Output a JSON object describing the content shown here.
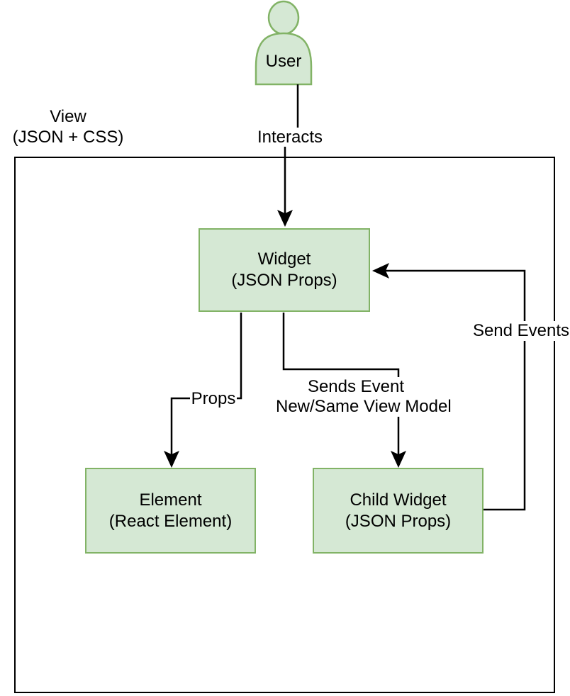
{
  "colors": {
    "node_fill": "#d5e8d4",
    "node_border": "#82b366",
    "line_color": "#000000",
    "text_color": "#000000",
    "background": "#ffffff"
  },
  "user": {
    "label": "User"
  },
  "view_container": {
    "label_line1": "View",
    "label_line2": "(JSON + CSS)"
  },
  "connectors": {
    "interacts": "Interacts",
    "props": "Props",
    "sends_event_line1": "Sends Event",
    "sends_event_line2": "New/Same View Model",
    "send_events": "Send Events"
  },
  "nodes": {
    "widget": {
      "line1": "Widget",
      "line2": "(JSON Props)"
    },
    "element": {
      "line1": "Element",
      "line2": "(React Element)"
    },
    "child_widget": {
      "line1": "Child Widget",
      "line2": "(JSON Props)"
    }
  }
}
